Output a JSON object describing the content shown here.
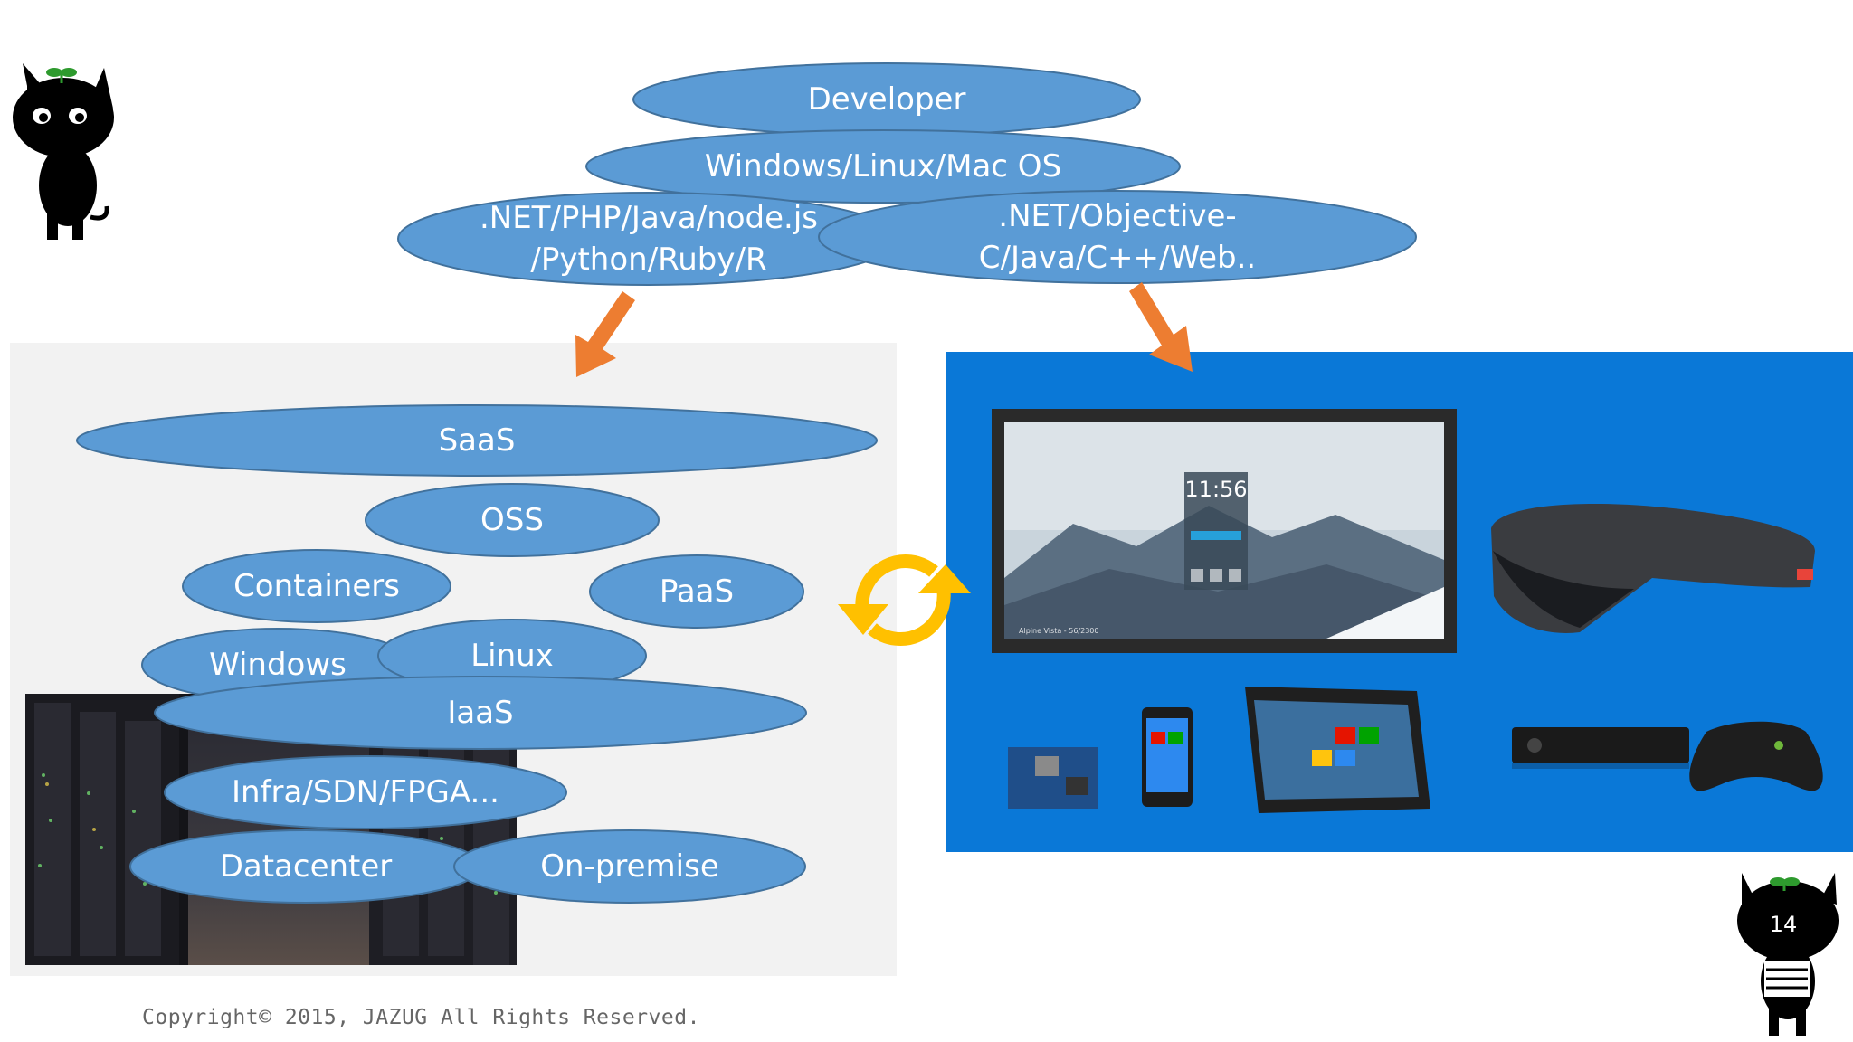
{
  "developer_stack": {
    "developer": "Developer",
    "os": "Windows/Linux/Mac OS",
    "server_languages": ".NET/PHP/Java/node.js\n/Python/Ruby/R",
    "device_languages": ".NET/Objective-\nC/Java/C++/Web.."
  },
  "cloud_stack": {
    "saas": "SaaS",
    "oss": "OSS",
    "containers": "Containers",
    "paas": "PaaS",
    "windows": "Windows",
    "linux": "Linux",
    "iaas": "IaaS",
    "infra": "Infra/SDN/FPGA...",
    "datacenter": "Datacenter",
    "on_premise": "On-premise"
  },
  "devices": {
    "surface_hub_clock": "11:56",
    "surface_hub_caption": "Alpine Vista - 56/2300"
  },
  "footer": {
    "copyright": "Copyright© 2015, JAZUG All Rights Reserved.",
    "page_number": "14"
  },
  "colors": {
    "ellipse_fill": "#5b9bd5",
    "ellipse_stroke": "#41719c",
    "arrow": "#ed7d31",
    "sync_icon": "#ffc000",
    "device_panel": "#0a78d7",
    "cloud_panel": "#f2f2f2"
  }
}
